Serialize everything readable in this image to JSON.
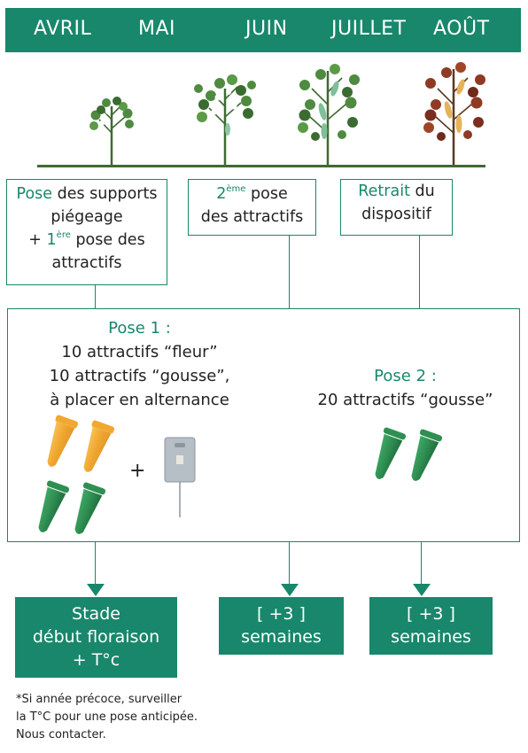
{
  "header": {
    "months": [
      "AVRIL",
      "MAI",
      "JUIN",
      "JUILLET",
      "AOÛT"
    ]
  },
  "stages": {
    "box1": {
      "line1_green": "Pose",
      "line1_rest": " des supports",
      "line2": "piégeage",
      "line3_prefix": "+ ",
      "line3_num": "1",
      "line3_sup": "ère",
      "line3_rest": " pose des",
      "line4": "attractifs"
    },
    "box2": {
      "num": "2",
      "sup": "ème",
      "line1_rest": " pose",
      "line2": "des attractifs"
    },
    "box3": {
      "line1_green": "Retrait",
      "line1_rest": " du",
      "line2": "dispositif"
    }
  },
  "details": {
    "pose1": {
      "title": "Pose 1 :",
      "line1": "10 attractifs “fleur”",
      "line2": "10 attractifs “gousse”,",
      "line3": "à placer en alternance",
      "plus": "+"
    },
    "pose2": {
      "title": "Pose 2 :",
      "line1": "20 attractifs “gousse”"
    }
  },
  "timing": {
    "box1": {
      "line1": "Stade",
      "line2": "début floraison",
      "line3": "+ T°c"
    },
    "box2": {
      "line1": "[ +3 ]",
      "line2": "semaines"
    },
    "box3": {
      "line1": "[ +3 ]",
      "line2": "semaines"
    }
  },
  "footnote": {
    "line1": "*Si année précoce, surveiller",
    "line2": "la T°C pour une pose anticipée.",
    "line3": "Nous contacter."
  },
  "colors": {
    "brand_green": "#18876b",
    "fleur_vial": "#f0a830",
    "gousse_vial": "#2f8f52"
  },
  "icons": [
    "plant-icon",
    "orange-vial-icon",
    "green-vial-icon",
    "trap-support-icon"
  ]
}
